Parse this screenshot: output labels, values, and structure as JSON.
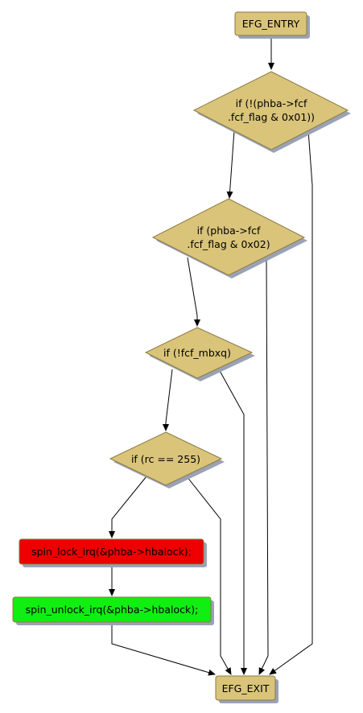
{
  "diagram": {
    "colors": {
      "node_fill": "#d9c47a",
      "lock_fill": "#ee0000",
      "unlock_fill": "#11ee11",
      "edge": "#000000",
      "shadow": "#9aa3b5"
    },
    "nodes": {
      "entry": {
        "label": "EFG_ENTRY"
      },
      "cond1": {
        "line1": "if (!(phba->fcf",
        "line2": ".fcf_flag & 0x01))"
      },
      "cond2": {
        "line1": "if (phba->fcf",
        "line2": ".fcf_flag & 0x02)"
      },
      "cond3": {
        "label": "if (!fcf_mbxq)"
      },
      "cond4": {
        "label": "if (rc == 255)"
      },
      "lock": {
        "label": "spin_lock_irq(&phba->hbalock);"
      },
      "unlock": {
        "label": "spin_unlock_irq(&phba->hbalock);"
      },
      "exit": {
        "label": "EFG_EXIT"
      }
    }
  }
}
